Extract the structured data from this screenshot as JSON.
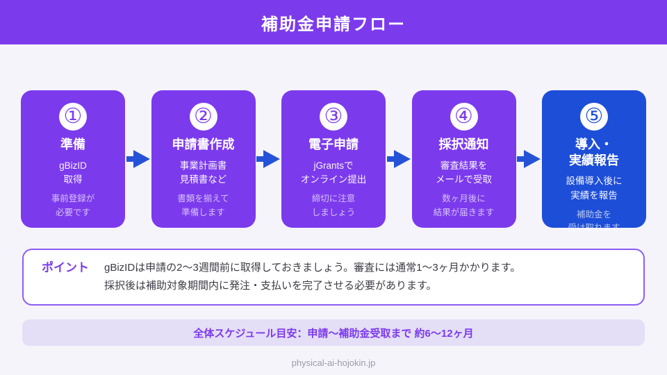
{
  "header": {
    "title": "補助金申請フロー"
  },
  "flow": {
    "steps": [
      {
        "number": "①",
        "title": "準備",
        "subtitle": "gBizID\n取得",
        "detail": "事前登録が\n必要です",
        "color": "#7C3AED"
      },
      {
        "number": "②",
        "title": "申請書作成",
        "subtitle": "事業計画書\n見積書など",
        "detail": "書類を揃えて\n準備します",
        "color": "#7C3AED"
      },
      {
        "number": "③",
        "title": "電子申請",
        "subtitle": "jGrantsで\nオンライン提出",
        "detail": "締切に注意\nしましょう",
        "color": "#7C3AED"
      },
      {
        "number": "④",
        "title": "採択通知",
        "subtitle": "審査結果を\nメールで受取",
        "detail": "数ヶ月後に\n結果が届きます",
        "color": "#7C3AED"
      },
      {
        "number": "⑤",
        "title": "導入・\n実績報告",
        "subtitle": "設備導入後に\n実績を報告",
        "detail": "補助金を\n受け取れます",
        "color": "#1D4ED8"
      }
    ],
    "arrow_color": "#2553D8"
  },
  "point": {
    "label": "ポイント",
    "lines": [
      "gBizIDは申請の2〜3週間前に取得しておきましょう。審査には通常1〜3ヶ月かかります。",
      "採択後は補助対象期間内に発注・支払いを完了させる必要があります。"
    ]
  },
  "schedule": {
    "text": "全体スケジュール目安：申請〜補助金受取まで 約6〜12ヶ月"
  },
  "footer": {
    "site": "physical-ai-hojokin.jp"
  },
  "colors": {
    "header_bg": "#7C3AED",
    "card_purple": "#7C3AED",
    "card_blue": "#1D4ED8",
    "arrow": "#2553D8",
    "page_bg": "#F6F4FB",
    "point_border": "#8B5CF6",
    "schedule_bg": "#E4DEF7",
    "accent_text": "#7C3AED"
  }
}
